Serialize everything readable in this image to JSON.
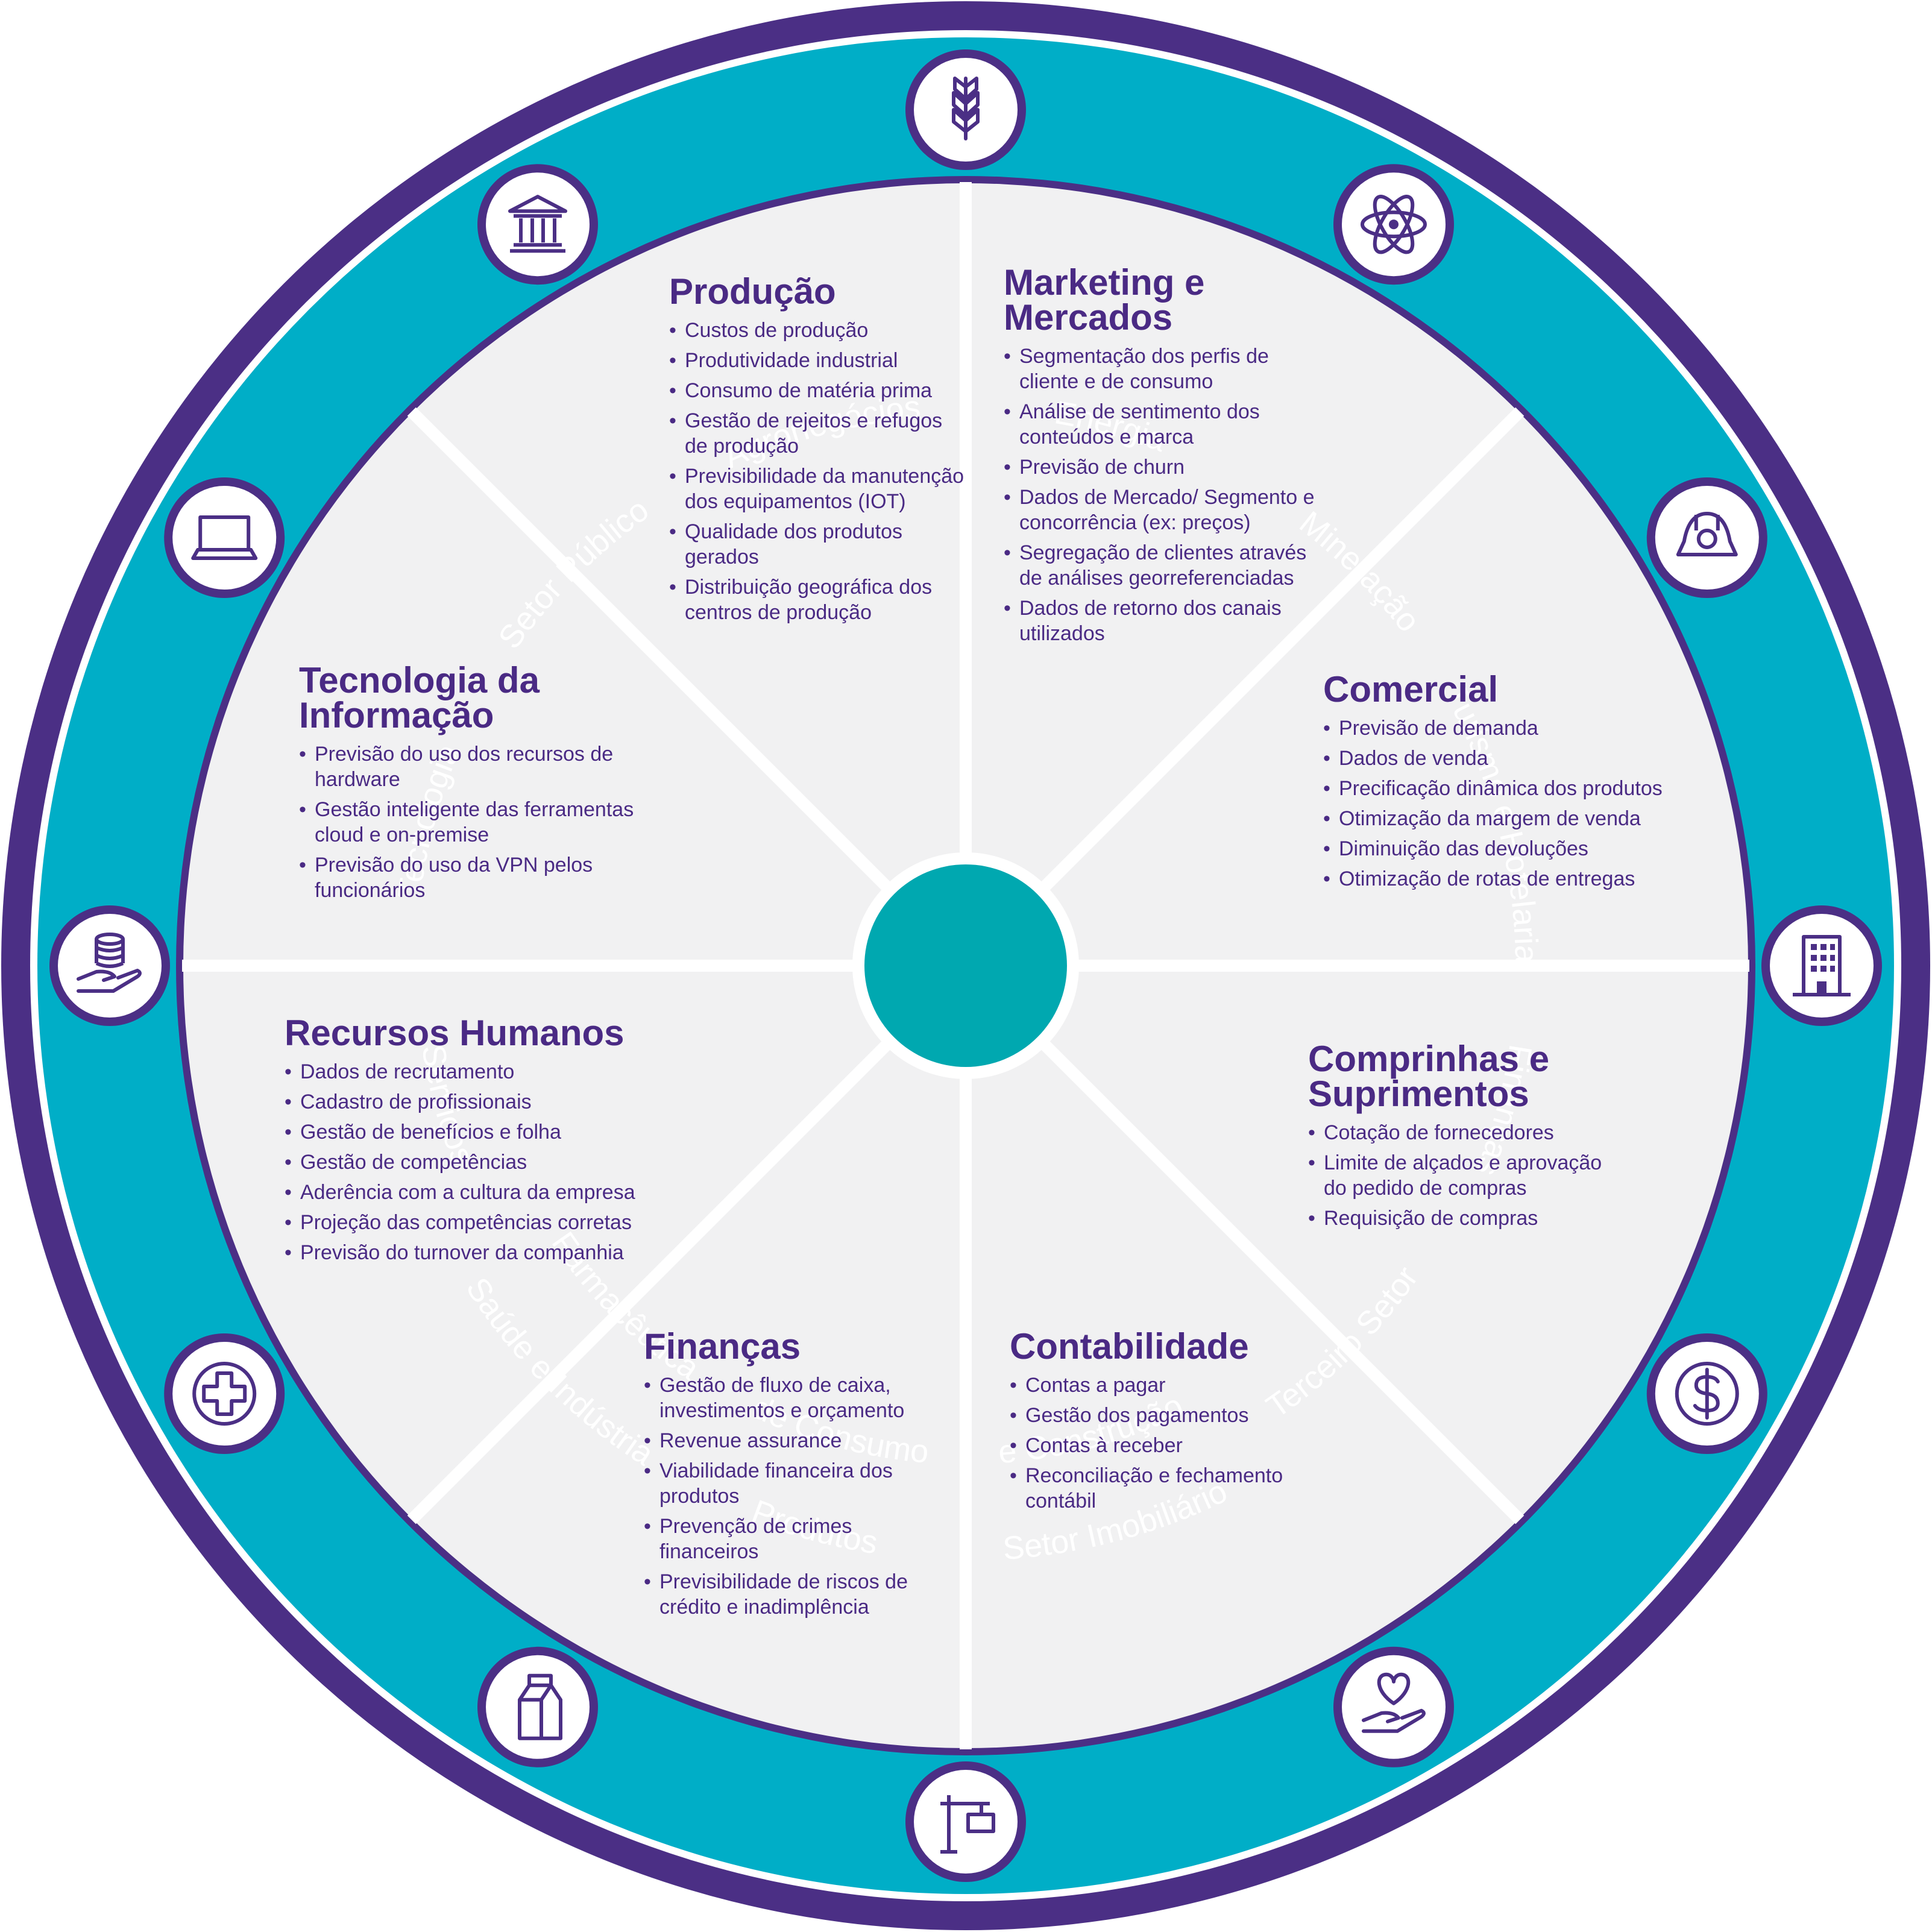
{
  "colors": {
    "outer_ring": "#4b2f85",
    "band": "#00aec7",
    "sector_bg": "#f1f1f2",
    "divider": "#ffffff",
    "hub": "#00a8b0",
    "text": "#4a2a84"
  },
  "ring_items": [
    {
      "label": "Agronegócios",
      "icon": "wheat-icon"
    },
    {
      "label": "Energia",
      "icon": "atom-icon"
    },
    {
      "label": "Mineração",
      "icon": "mining-helmet-icon"
    },
    {
      "label": "Turismo e Hotelaria",
      "icon": "hotel-building-icon"
    },
    {
      "label": "Finanças",
      "icon": "dollar-coin-icon"
    },
    {
      "label": "Terceiro Setor",
      "icon": "heart-hand-icon"
    },
    {
      "label": "Setor Imobiliário",
      "label2": "e Construção",
      "icon": "crane-sign-icon"
    },
    {
      "label": "Produtos",
      "label2": "de Consumo",
      "icon": "milk-carton-icon"
    },
    {
      "label": "Saúde e Indústria",
      "label2": "Farmacêutica",
      "icon": "medical-cross-icon"
    },
    {
      "label": "Serviços",
      "icon": "coins-hand-icon"
    },
    {
      "label": "Tecnologia",
      "icon": "laptop-icon"
    },
    {
      "label": "Setor Público",
      "icon": "government-building-icon"
    }
  ],
  "sectors": {
    "producao": {
      "title": "Produção",
      "items": [
        "Custos de produção",
        "Produtividade industrial",
        "Consumo de matéria prima",
        "Gestão de rejeitos e refugos de produção",
        "Previsibilidade da manutenção dos equipamentos (IOT)",
        "Qualidade dos produtos gerados",
        "Distribuição geográfica dos centros de produção"
      ]
    },
    "marketing": {
      "title": "Marketing e Mercados",
      "items": [
        "Segmentação dos perfis de cliente e de consumo",
        "Análise de sentimento dos conteúdos e marca",
        "Previsão de churn",
        "Dados de Mercado/ Segmento e concorrência (ex: preços)",
        "Segregação de clientes através de análises georreferenciadas",
        "Dados de retorno dos canais utilizados"
      ]
    },
    "comercial": {
      "title": "Comercial",
      "items": [
        "Previsão de demanda",
        "Dados de venda",
        "Precificação dinâmica dos produtos",
        "Otimização da margem de venda",
        "Diminuição das devoluções",
        "Otimização de rotas de entregas"
      ]
    },
    "compras": {
      "title": "Comprinhas e Suprimentos",
      "items": [
        "Cotação de fornecedores",
        "Limite de alçados e aprovação do pedido de compras",
        "Requisição de compras"
      ]
    },
    "contabilidade": {
      "title": "Contabilidade",
      "items": [
        "Contas a pagar",
        "Gestão dos pagamentos",
        "Contas à receber",
        "Reconciliação e fechamento contábil"
      ]
    },
    "financas": {
      "title": "Finanças",
      "items": [
        "Gestão de fluxo de caixa, investimentos e orçamento",
        "Revenue assurance",
        "Viabilidade financeira dos produtos",
        "Prevenção de crimes financeiros",
        "Previsibilidade de riscos de crédito e inadimplência"
      ]
    },
    "rh": {
      "title": "Recursos Humanos",
      "items": [
        "Dados de recrutamento",
        "Cadastro de profissionais",
        "Gestão de benefícios e folha",
        "Gestão de competências",
        "Aderência com a cultura da empresa",
        "Projeção das competências corretas",
        "Previsão do turnover da companhia"
      ]
    },
    "ti": {
      "title": "Tecnologia da Informação",
      "items": [
        "Previsão do uso dos recursos de hardware",
        "Gestão inteligente das ferramentas cloud e on-premise",
        "Previsão do uso da VPN pelos funcionários"
      ]
    }
  }
}
